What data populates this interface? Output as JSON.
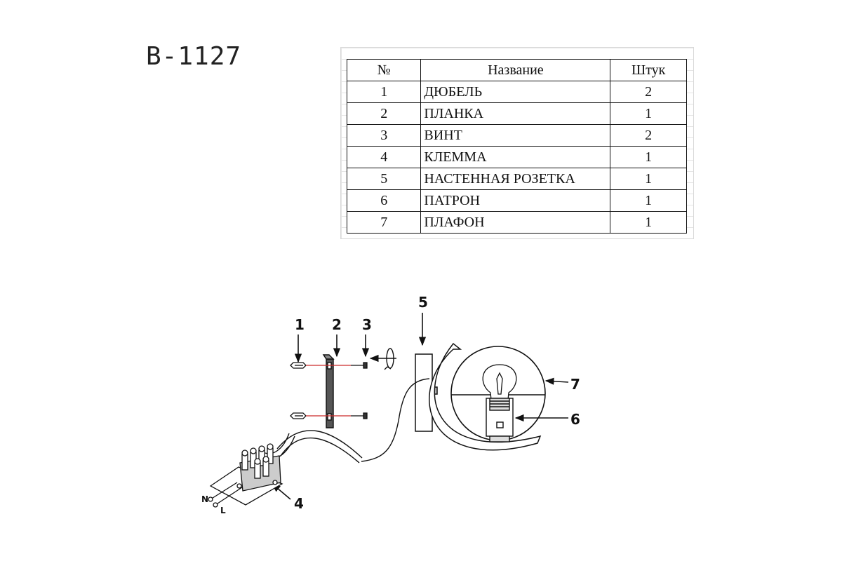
{
  "model_code": "B-1127",
  "table": {
    "headers": {
      "num": "№",
      "name": "Название",
      "qty": "Штук"
    },
    "rows": [
      {
        "num": "1",
        "name": "ДЮБЕЛЬ",
        "qty": "2"
      },
      {
        "num": "2",
        "name": "ПЛАНКА",
        "qty": "1"
      },
      {
        "num": "3",
        "name": "ВИНТ",
        "qty": "2"
      },
      {
        "num": "4",
        "name": "КЛЕММА",
        "qty": "1"
      },
      {
        "num": "5",
        "name": "НАСТЕННАЯ РОЗЕТКА",
        "qty": "1"
      },
      {
        "num": "6",
        "name": "ПАТРОН",
        "qty": "1"
      },
      {
        "num": "7",
        "name": "ПЛАФОН",
        "qty": "1"
      }
    ]
  },
  "diagram": {
    "callouts": [
      "1",
      "2",
      "3",
      "4",
      "5",
      "6",
      "7"
    ],
    "terminal_labels": {
      "neutral": "N",
      "live": "L"
    }
  }
}
